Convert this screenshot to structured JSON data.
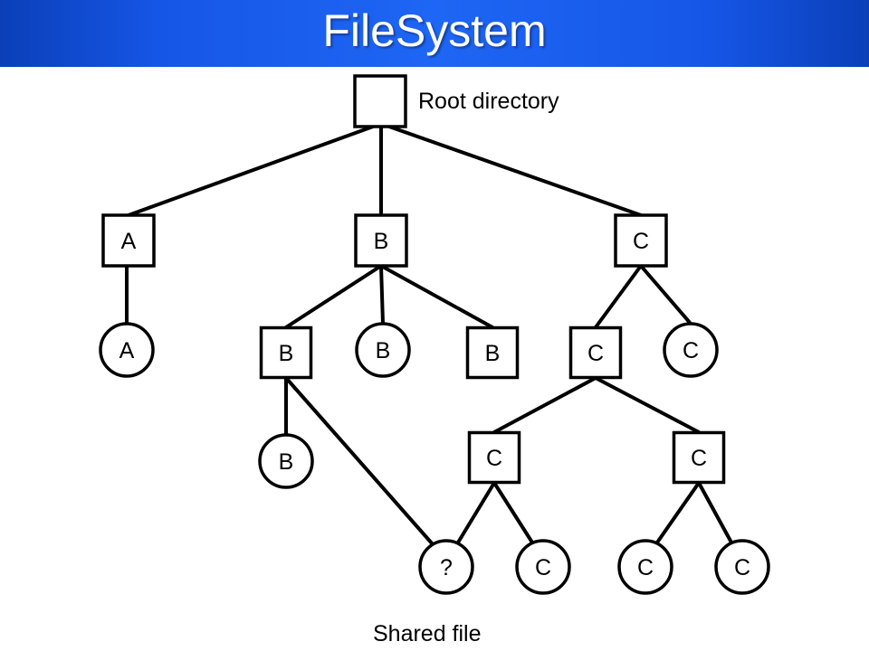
{
  "title": "FileSystem",
  "colors": {
    "title_bar": "#1e66f5",
    "title_text": "#ffffff",
    "lines": "#000000"
  },
  "annotations": {
    "root": "Root directory",
    "shared": "Shared file"
  },
  "nodes": [
    {
      "id": "root",
      "kind": "directory",
      "label": ""
    },
    {
      "id": "dirA",
      "kind": "directory",
      "label": "A"
    },
    {
      "id": "dirB",
      "kind": "directory",
      "label": "B"
    },
    {
      "id": "dirC",
      "kind": "directory",
      "label": "C"
    },
    {
      "id": "fileA",
      "kind": "file",
      "label": "A"
    },
    {
      "id": "dirB2",
      "kind": "directory",
      "label": "B"
    },
    {
      "id": "fileB1",
      "kind": "file",
      "label": "B"
    },
    {
      "id": "dirB3",
      "kind": "directory",
      "label": "B"
    },
    {
      "id": "dirC2",
      "kind": "directory",
      "label": "C"
    },
    {
      "id": "fileC1",
      "kind": "file",
      "label": "C"
    },
    {
      "id": "fileB2",
      "kind": "file",
      "label": "B"
    },
    {
      "id": "dirC3",
      "kind": "directory",
      "label": "C"
    },
    {
      "id": "dirC4",
      "kind": "directory",
      "label": "C"
    },
    {
      "id": "sharedFile",
      "kind": "file",
      "label": "?"
    },
    {
      "id": "fileC2",
      "kind": "file",
      "label": "C"
    },
    {
      "id": "fileC3",
      "kind": "file",
      "label": "C"
    },
    {
      "id": "fileC4",
      "kind": "file",
      "label": "C"
    }
  ],
  "edges": [
    [
      "root",
      "dirA"
    ],
    [
      "root",
      "dirB"
    ],
    [
      "root",
      "dirC"
    ],
    [
      "dirA",
      "fileA"
    ],
    [
      "dirB",
      "dirB2"
    ],
    [
      "dirB",
      "fileB1"
    ],
    [
      "dirB",
      "dirB3"
    ],
    [
      "dirC",
      "dirC2"
    ],
    [
      "dirC",
      "fileC1"
    ],
    [
      "dirB2",
      "fileB2"
    ],
    [
      "dirB2",
      "sharedFile"
    ],
    [
      "dirC2",
      "dirC3"
    ],
    [
      "dirC2",
      "dirC4"
    ],
    [
      "dirC3",
      "sharedFile"
    ],
    [
      "dirC3",
      "fileC2"
    ],
    [
      "dirC4",
      "fileC3"
    ],
    [
      "dirC4",
      "fileC4"
    ]
  ]
}
